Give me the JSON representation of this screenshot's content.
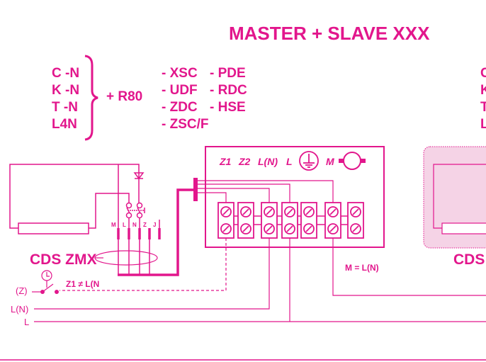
{
  "title": "MASTER + SLAVE XXX",
  "colors": {
    "line": "#e2168c",
    "slave_fill": "#f5d3e6"
  },
  "models": [
    "C -N",
    "K -N",
    "T -N",
    "L4N"
  ],
  "plus_receiver": "+ R80",
  "accessories": [
    "- XSC",
    "- PDE",
    "- UDF",
    "- RDC",
    "- ZDC",
    "- HSE",
    "- ZSC/F"
  ],
  "slave_models_partial": [
    "C",
    "K",
    "T",
    "L"
  ],
  "master": {
    "name": "CDS ZMX",
    "terminal_labels": [
      "M",
      "L",
      "N",
      "Z",
      "J"
    ]
  },
  "terminal_box": {
    "labels": [
      "Z1",
      "Z2",
      "L(N)",
      "L"
    ],
    "motor_label": "M",
    "icons": [
      "ground-icon",
      "motor-icon"
    ],
    "note": "M = L(N)"
  },
  "slave": {
    "name": "CDS"
  },
  "wiring": {
    "switch_input": "(Z)",
    "switch_note": "Z1 ≠ L(N",
    "line_ln": "L(N)",
    "line_l": "L"
  }
}
